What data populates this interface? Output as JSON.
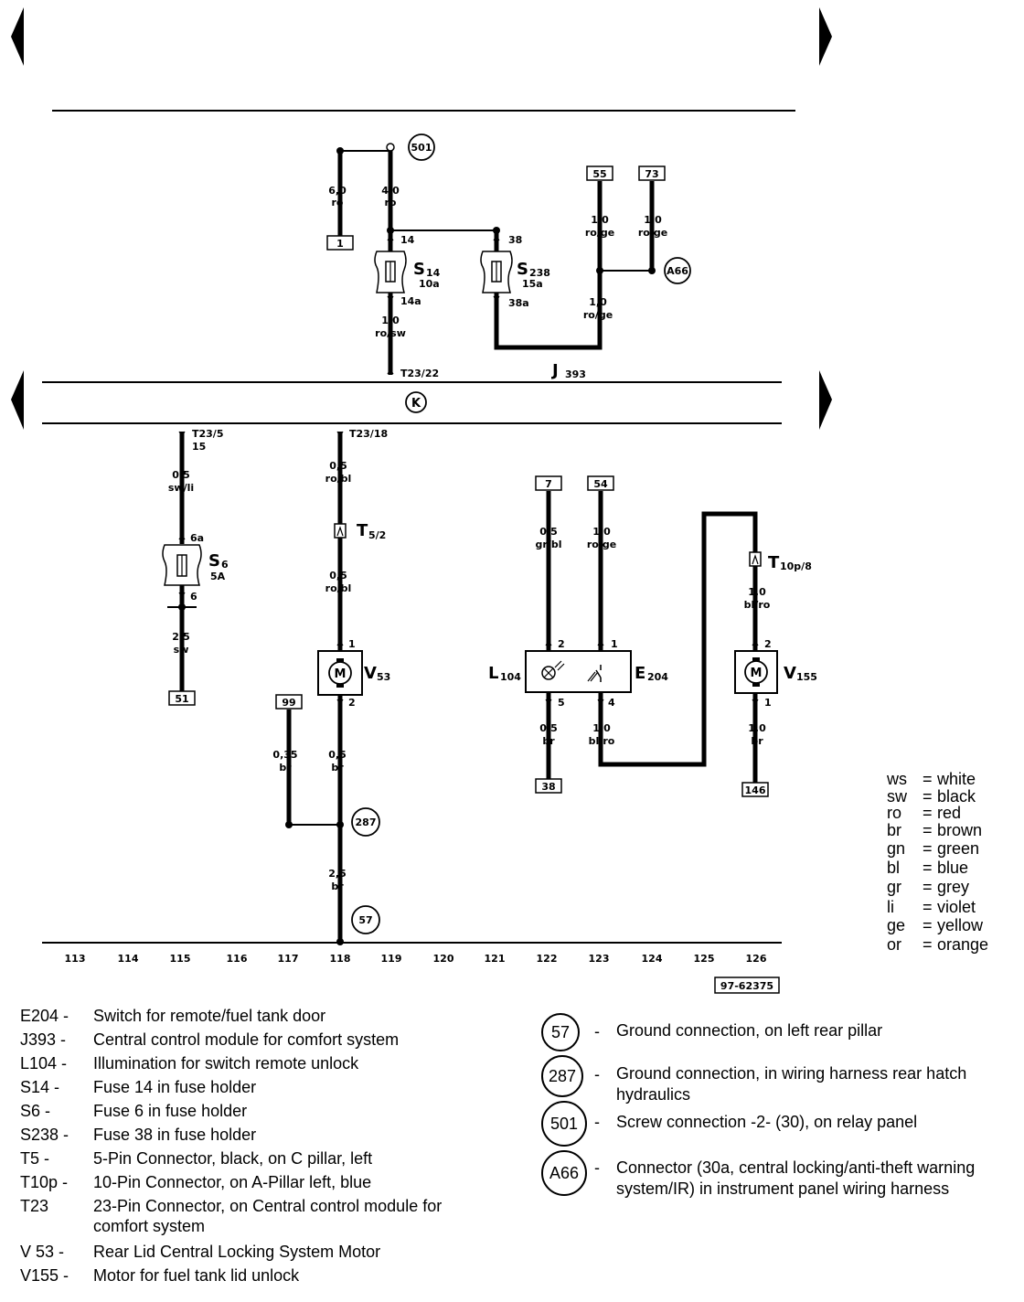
{
  "diagram_id": "97-62375",
  "nodes": {
    "n1": "1",
    "n55": "55",
    "n73": "73",
    "n7": "7",
    "n54": "54",
    "n51": "51",
    "n99": "99",
    "n38": "38",
    "n146": "146",
    "c501": "501",
    "cA66": "A66",
    "c287": "287",
    "c57": "57",
    "cK": "K"
  },
  "wires": {
    "w1": [
      "6,0",
      "ro"
    ],
    "w2": [
      "4,0",
      "ro"
    ],
    "w3": [
      "1,0",
      "ro/ge"
    ],
    "w4": [
      "1,0",
      "ro/ge"
    ],
    "w5": [
      "1,0",
      "ro/ge"
    ],
    "w6": [
      "1,0",
      "ro/sw"
    ],
    "w7": [
      "0,5",
      "sw/li"
    ],
    "w8": [
      "2,5",
      "sw"
    ],
    "w9": [
      "0,5",
      "ro/bl"
    ],
    "w10": [
      "0,5",
      "ro/bl"
    ],
    "w11": [
      "0,35",
      "br"
    ],
    "w12": [
      "0,5",
      "br"
    ],
    "w13": [
      "2,5",
      "br"
    ],
    "w14": [
      "0,5",
      "gr/bl"
    ],
    "w15": [
      "1,0",
      "ro/ge"
    ],
    "w16": [
      "0,5",
      "br"
    ],
    "w17": [
      "1,0",
      "bl/ro"
    ],
    "w18": [
      "1,0",
      "bl/ro"
    ],
    "w19": [
      "1,0",
      "br"
    ]
  },
  "pins": {
    "p14": "14",
    "p14a": "14a",
    "p38": "38",
    "p38a": "38a",
    "t2322": "T23/22",
    "t235": "T23/5",
    "p15": "15",
    "t2318": "T23/18",
    "p6a": "6a",
    "p6": "6",
    "p1a": "1",
    "p2a": "2",
    "p2b": "2",
    "p5": "5",
    "p1b": "1",
    "p4": "4",
    "p2c": "2",
    "p1c": "1"
  },
  "components": {
    "s14": {
      "name": "S",
      "sub": "14",
      "rating": "10a"
    },
    "s238": {
      "name": "S",
      "sub": "238",
      "rating": "15a"
    },
    "s6": {
      "name": "S",
      "sub": "6",
      "rating": "5A"
    },
    "j393": {
      "name": "J",
      "sub": "393"
    },
    "t5": {
      "name": "T",
      "sub": "5/2"
    },
    "t10p": {
      "name": "T",
      "sub": "10p/8"
    },
    "v53": {
      "name": "V",
      "sub": "53",
      "symbol": "M"
    },
    "v155": {
      "name": "V",
      "sub": "155",
      "symbol": "M"
    },
    "l104": {
      "name": "L",
      "sub": "104"
    },
    "e204": {
      "name": "E",
      "sub": "204"
    }
  },
  "tracks": [
    "113",
    "114",
    "115",
    "116",
    "117",
    "118",
    "119",
    "120",
    "121",
    "122",
    "123",
    "124",
    "125",
    "126"
  ],
  "color_codes": [
    {
      "abbr": "ws",
      "eq": "=",
      "name": "white"
    },
    {
      "abbr": "sw",
      "eq": "=",
      "name": "black"
    },
    {
      "abbr": "ro",
      "eq": "=",
      "name": "red"
    },
    {
      "abbr": "br",
      "eq": "=",
      "name": "brown"
    },
    {
      "abbr": "gn",
      "eq": "=",
      "name": "green"
    },
    {
      "abbr": "bl",
      "eq": "=",
      "name": "blue"
    },
    {
      "abbr": "gr",
      "eq": "=",
      "name": "grey"
    },
    {
      "abbr": "li",
      "eq": "=",
      "name": "violet"
    },
    {
      "abbr": "ge",
      "eq": "=",
      "name": "yellow"
    },
    {
      "abbr": "or",
      "eq": "=",
      "name": "orange"
    }
  ],
  "legend": [
    {
      "code": "E204 -",
      "desc": "Switch for remote/fuel tank door"
    },
    {
      "code": "J393 -",
      "desc": "Central control module for comfort system"
    },
    {
      "code": "L104 -",
      "desc": "Illumination for switch remote unlock"
    },
    {
      "code": "S14    -",
      "desc": "Fuse 14 in fuse holder"
    },
    {
      "code": "S6     -",
      "desc": "Fuse 6 in fuse holder"
    },
    {
      "code": "S238 -",
      "desc": "Fuse 38 in fuse holder"
    },
    {
      "code": "T5     -",
      "desc": "5-Pin Connector, black, on C pillar, left"
    },
    {
      "code": "T10p -",
      "desc": "10-Pin Connector, on A-Pillar left, blue"
    },
    {
      "code": "T23",
      "desc": "23-Pin Connector, on Central control module for comfort system"
    },
    {
      "code": "V 53 -",
      "desc": "Rear Lid Central Locking System Motor"
    },
    {
      "code": "V155 -",
      "desc": "Motor for fuel tank lid unlock"
    }
  ],
  "grounds": [
    {
      "num": "57",
      "dash": "-",
      "desc": "Ground connection, on left rear pillar"
    },
    {
      "num": "287",
      "dash": "-",
      "desc": "Ground connection, in wiring harness rear hatch hydraulics"
    },
    {
      "num": "501",
      "dash": "-",
      "desc": "Screw connection -2- (30), on relay panel"
    },
    {
      "num": "A66",
      "dash": "-",
      "desc": "Connector (30a, central locking/anti-theft warning system/IR) in instrument panel wiring harness"
    }
  ]
}
